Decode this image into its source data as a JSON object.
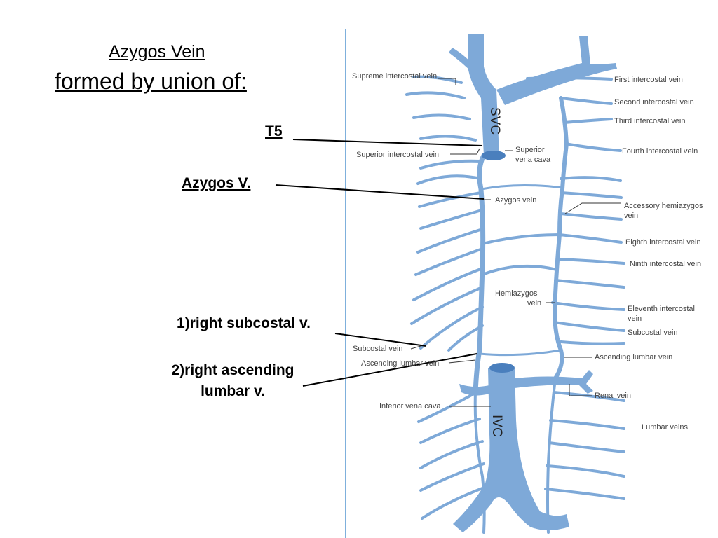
{
  "slide": {
    "title_line1": "Azygos Vein",
    "title_line2": "formed by union of:",
    "callouts": {
      "t5": "T5",
      "azygos": "Azygos V.",
      "right_subcostal": "1)right subcostal v.",
      "right_ascending_lumbar": "2)right ascending lumbar v."
    }
  },
  "diagram": {
    "big_labels": {
      "svc": "SVC",
      "ivc": "IVC"
    },
    "labels": {
      "supreme_intercostal": "Supreme intercostal vein",
      "superior_intercostal": "Superior intercostal vein",
      "superior_vena_cava_1": "Superior",
      "superior_vena_cava_2": "vena cava",
      "azygos_vein": "Azygos vein",
      "hemiazygos_1": "Hemiazygos",
      "hemiazygos_2": "vein",
      "subcostal_left": "Subcostal vein",
      "ascending_lumbar_left": "Ascending lumbar vein",
      "inferior_vena_cava": "Inferior vena cava",
      "first_intercostal": "First intercostal vein",
      "second_intercostal": "Second intercostal vein",
      "third_intercostal": "Third intercostal vein",
      "fourth_intercostal": "Fourth intercostal vein",
      "accessory_hemiazygos_1": "Accessory hemiazygos",
      "accessory_hemiazygos_2": "vein",
      "eighth_intercostal": "Eighth intercostal vein",
      "ninth_intercostal": "Ninth intercostal vein",
      "eleventh_intercostal_1": "Eleventh intercostal",
      "eleventh_intercostal_2": "vein",
      "subcostal_right": "Subcostal vein",
      "ascending_lumbar_right": "Ascending lumbar vein",
      "renal_vein": "Renal vein",
      "lumbar_veins": "Lumbar veins"
    },
    "colors": {
      "vein": "#7ea9d8",
      "vein_dark": "#4a7fbd",
      "panel_border": "#7fb0dc"
    }
  }
}
